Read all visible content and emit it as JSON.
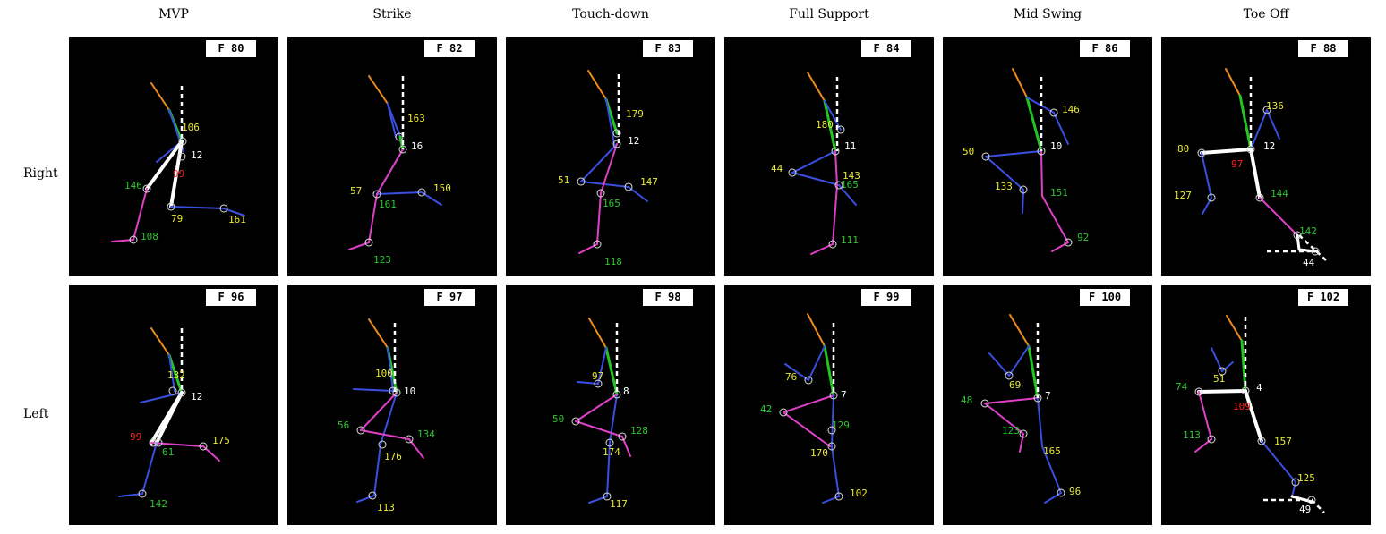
{
  "columns": [
    "MVP",
    "Strike",
    "Touch-down",
    "Full Support",
    "Mid Swing",
    "Toe Off"
  ],
  "rows": [
    "Right",
    "Left"
  ],
  "colors": {
    "head": "#f08a1a",
    "trunk": "#22c422",
    "arm": "#3a4fe0",
    "leg": "#e040c8",
    "highlight": "#ffffff",
    "label_yellow": "#e8e832",
    "label_green": "#2ec42e",
    "label_white": "#ffffff",
    "label_red": "#ff2020"
  },
  "panels": [
    {
      "frame": "F 80",
      "labels": [
        {
          "t": "106",
          "c": "label_yellow"
        },
        {
          "t": "12",
          "c": "label_white"
        },
        {
          "t": "99",
          "c": "label_red"
        },
        {
          "t": "146",
          "c": "label_green"
        },
        {
          "t": "79",
          "c": "label_yellow"
        },
        {
          "t": "161",
          "c": "label_yellow"
        },
        {
          "t": "108",
          "c": "label_green"
        }
      ]
    },
    {
      "frame": "F 82",
      "labels": [
        {
          "t": "163",
          "c": "label_yellow"
        },
        {
          "t": "16",
          "c": "label_white"
        },
        {
          "t": "57",
          "c": "label_yellow"
        },
        {
          "t": "150",
          "c": "label_yellow"
        },
        {
          "t": "161",
          "c": "label_green"
        },
        {
          "t": "123",
          "c": "label_green"
        }
      ]
    },
    {
      "frame": "F 83",
      "labels": [
        {
          "t": "179",
          "c": "label_yellow"
        },
        {
          "t": "12",
          "c": "label_white"
        },
        {
          "t": "51",
          "c": "label_yellow"
        },
        {
          "t": "147",
          "c": "label_yellow"
        },
        {
          "t": "165",
          "c": "label_green"
        },
        {
          "t": "118",
          "c": "label_green"
        }
      ]
    },
    {
      "frame": "F 84",
      "labels": [
        {
          "t": "180",
          "c": "label_yellow"
        },
        {
          "t": "11",
          "c": "label_white"
        },
        {
          "t": "44",
          "c": "label_yellow"
        },
        {
          "t": "143",
          "c": "label_yellow"
        },
        {
          "t": "165",
          "c": "label_green"
        },
        {
          "t": "111",
          "c": "label_green"
        }
      ]
    },
    {
      "frame": "F 86",
      "labels": [
        {
          "t": "146",
          "c": "label_yellow"
        },
        {
          "t": "10",
          "c": "label_white"
        },
        {
          "t": "50",
          "c": "label_yellow"
        },
        {
          "t": "133",
          "c": "label_yellow"
        },
        {
          "t": "151",
          "c": "label_green"
        },
        {
          "t": "92",
          "c": "label_green"
        }
      ]
    },
    {
      "frame": "F 88",
      "labels": [
        {
          "t": "136",
          "c": "label_yellow"
        },
        {
          "t": "12",
          "c": "label_white"
        },
        {
          "t": "80",
          "c": "label_yellow"
        },
        {
          "t": "97",
          "c": "label_red"
        },
        {
          "t": "127",
          "c": "label_yellow"
        },
        {
          "t": "144",
          "c": "label_green"
        },
        {
          "t": "142",
          "c": "label_green"
        },
        {
          "t": "44",
          "c": "label_white"
        }
      ]
    },
    {
      "frame": "F 96",
      "labels": [
        {
          "t": "132",
          "c": "label_yellow"
        },
        {
          "t": "12",
          "c": "label_white"
        },
        {
          "t": "99",
          "c": "label_red"
        },
        {
          "t": "61",
          "c": "label_green"
        },
        {
          "t": "175",
          "c": "label_yellow"
        },
        {
          "t": "142",
          "c": "label_green"
        },
        {
          "t": "114",
          "c": "label_yellow"
        }
      ]
    },
    {
      "frame": "F 97",
      "labels": [
        {
          "t": "100",
          "c": "label_yellow"
        },
        {
          "t": "10",
          "c": "label_white"
        },
        {
          "t": "56",
          "c": "label_green"
        },
        {
          "t": "134",
          "c": "label_green"
        },
        {
          "t": "176",
          "c": "label_yellow"
        },
        {
          "t": "113",
          "c": "label_yellow"
        }
      ]
    },
    {
      "frame": "F 98",
      "labels": [
        {
          "t": "97",
          "c": "label_yellow"
        },
        {
          "t": "8",
          "c": "label_white"
        },
        {
          "t": "50",
          "c": "label_green"
        },
        {
          "t": "128",
          "c": "label_green"
        },
        {
          "t": "174",
          "c": "label_yellow"
        },
        {
          "t": "117",
          "c": "label_yellow"
        }
      ]
    },
    {
      "frame": "F 99",
      "labels": [
        {
          "t": "76",
          "c": "label_yellow"
        },
        {
          "t": "7",
          "c": "label_white"
        },
        {
          "t": "42",
          "c": "label_green"
        },
        {
          "t": "129",
          "c": "label_green"
        },
        {
          "t": "170",
          "c": "label_yellow"
        },
        {
          "t": "102",
          "c": "label_yellow"
        }
      ]
    },
    {
      "frame": "F 100",
      "labels": [
        {
          "t": "69",
          "c": "label_yellow"
        },
        {
          "t": "7",
          "c": "label_white"
        },
        {
          "t": "48",
          "c": "label_green"
        },
        {
          "t": "123",
          "c": "label_green"
        },
        {
          "t": "165",
          "c": "label_yellow"
        },
        {
          "t": "96",
          "c": "label_yellow"
        }
      ]
    },
    {
      "frame": "F 102",
      "labels": [
        {
          "t": "51",
          "c": "label_yellow"
        },
        {
          "t": "4",
          "c": "label_white"
        },
        {
          "t": "74",
          "c": "label_green"
        },
        {
          "t": "109",
          "c": "label_red"
        },
        {
          "t": "113",
          "c": "label_green"
        },
        {
          "t": "157",
          "c": "label_yellow"
        },
        {
          "t": "125",
          "c": "label_yellow"
        },
        {
          "t": "49",
          "c": "label_white"
        }
      ]
    }
  ]
}
